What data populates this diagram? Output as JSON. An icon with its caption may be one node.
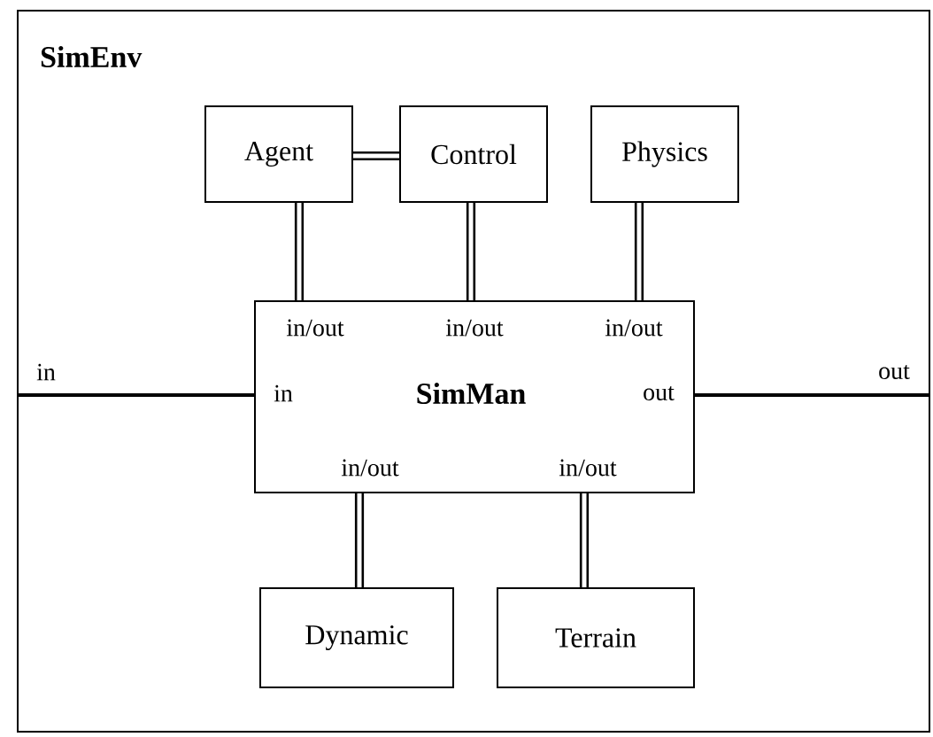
{
  "diagram": {
    "nodes": [
      {
        "text": [
          "SimEnv"
        ]
      },
      {
        "text": [
          "Agent"
        ],
        "in": 0
      },
      {
        "text": [
          "Control"
        ],
        "in": 0
      },
      {
        "text": [
          "Physics"
        ],
        "in": 0
      },
      {
        "text": [
          "in/out",
          "in/out",
          "in/out",
          "in",
          "SimMan",
          "out",
          "in/out",
          "in/out"
        ],
        "in": 0
      },
      {
        "text": [
          "Dynamic"
        ],
        "in": 0
      },
      {
        "text": [
          "Terrain"
        ],
        "in": 0
      }
    ],
    "edges": [
      {
        "from": 1,
        "to": 2,
        "arrow": "none"
      },
      {
        "from": 1,
        "to": 4,
        "arrow": "none"
      },
      {
        "from": 2,
        "to": 4,
        "arrow": "none"
      },
      {
        "from": 3,
        "to": 4,
        "arrow": "none"
      },
      {
        "from": 0,
        "to": 4,
        "arrow": "none",
        "label": "in"
      },
      {
        "from": 4,
        "to": 0,
        "arrow": "none",
        "label": "out"
      },
      {
        "from": 4,
        "to": 5,
        "arrow": "none"
      },
      {
        "from": 4,
        "to": 6,
        "arrow": "none"
      }
    ]
  }
}
